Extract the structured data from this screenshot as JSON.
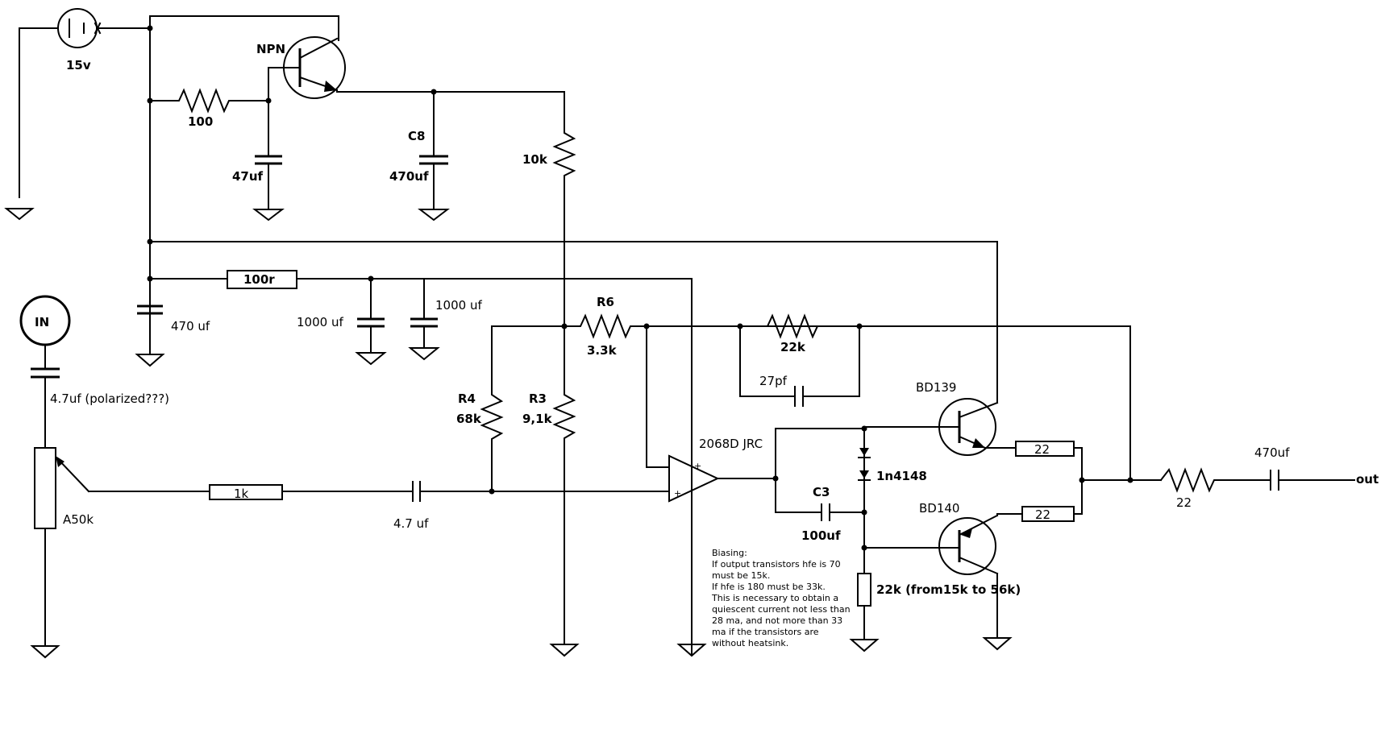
{
  "labels": {
    "source_15v": "15v",
    "npn": "NPN",
    "r_100": "100",
    "c_47uf": "47uf",
    "c8_ref": "C8",
    "c8_value": "470uf",
    "r_10k": "10k",
    "r_100r": "100r",
    "c_470uf_left": "470 uf",
    "c_1000uf_a": "1000 uf",
    "c_1000uf_b": "1000 uf",
    "in": "IN",
    "c_in": "4.7uf (polarized???)",
    "pot": "A50k",
    "r_1k": "1k",
    "c_4_7uf": "4.7 uf",
    "r6_ref": "R6",
    "r6_value": "3.3k",
    "r4_ref": "R4",
    "r4_value": "68k",
    "r3_ref": "R3",
    "r3_value": "9,1k",
    "r_22k_fb": "22k",
    "c_27pf": "27pf",
    "opamp": "2068D JRC",
    "bd139": "BD139",
    "bd140": "BD140",
    "diodes": "1n4148",
    "c3_ref": "C3",
    "c3_value": "100uf",
    "r_22k_bias": "22k (from15k to 56k)",
    "r_22_top": "22",
    "r_22_bot": "22",
    "r_22_out": "22",
    "c_out": "470uf",
    "out": "out"
  },
  "note": {
    "lines": [
      "Biasing:",
      "If output transistors hfe is 70",
      "must be 15k.",
      "If hfe is 180 must be 33k.",
      "This is necessary to obtain a",
      "quiescent current not less than",
      "28 ma, and not more than 33",
      "ma if the transistors are",
      "without heatsink."
    ]
  }
}
